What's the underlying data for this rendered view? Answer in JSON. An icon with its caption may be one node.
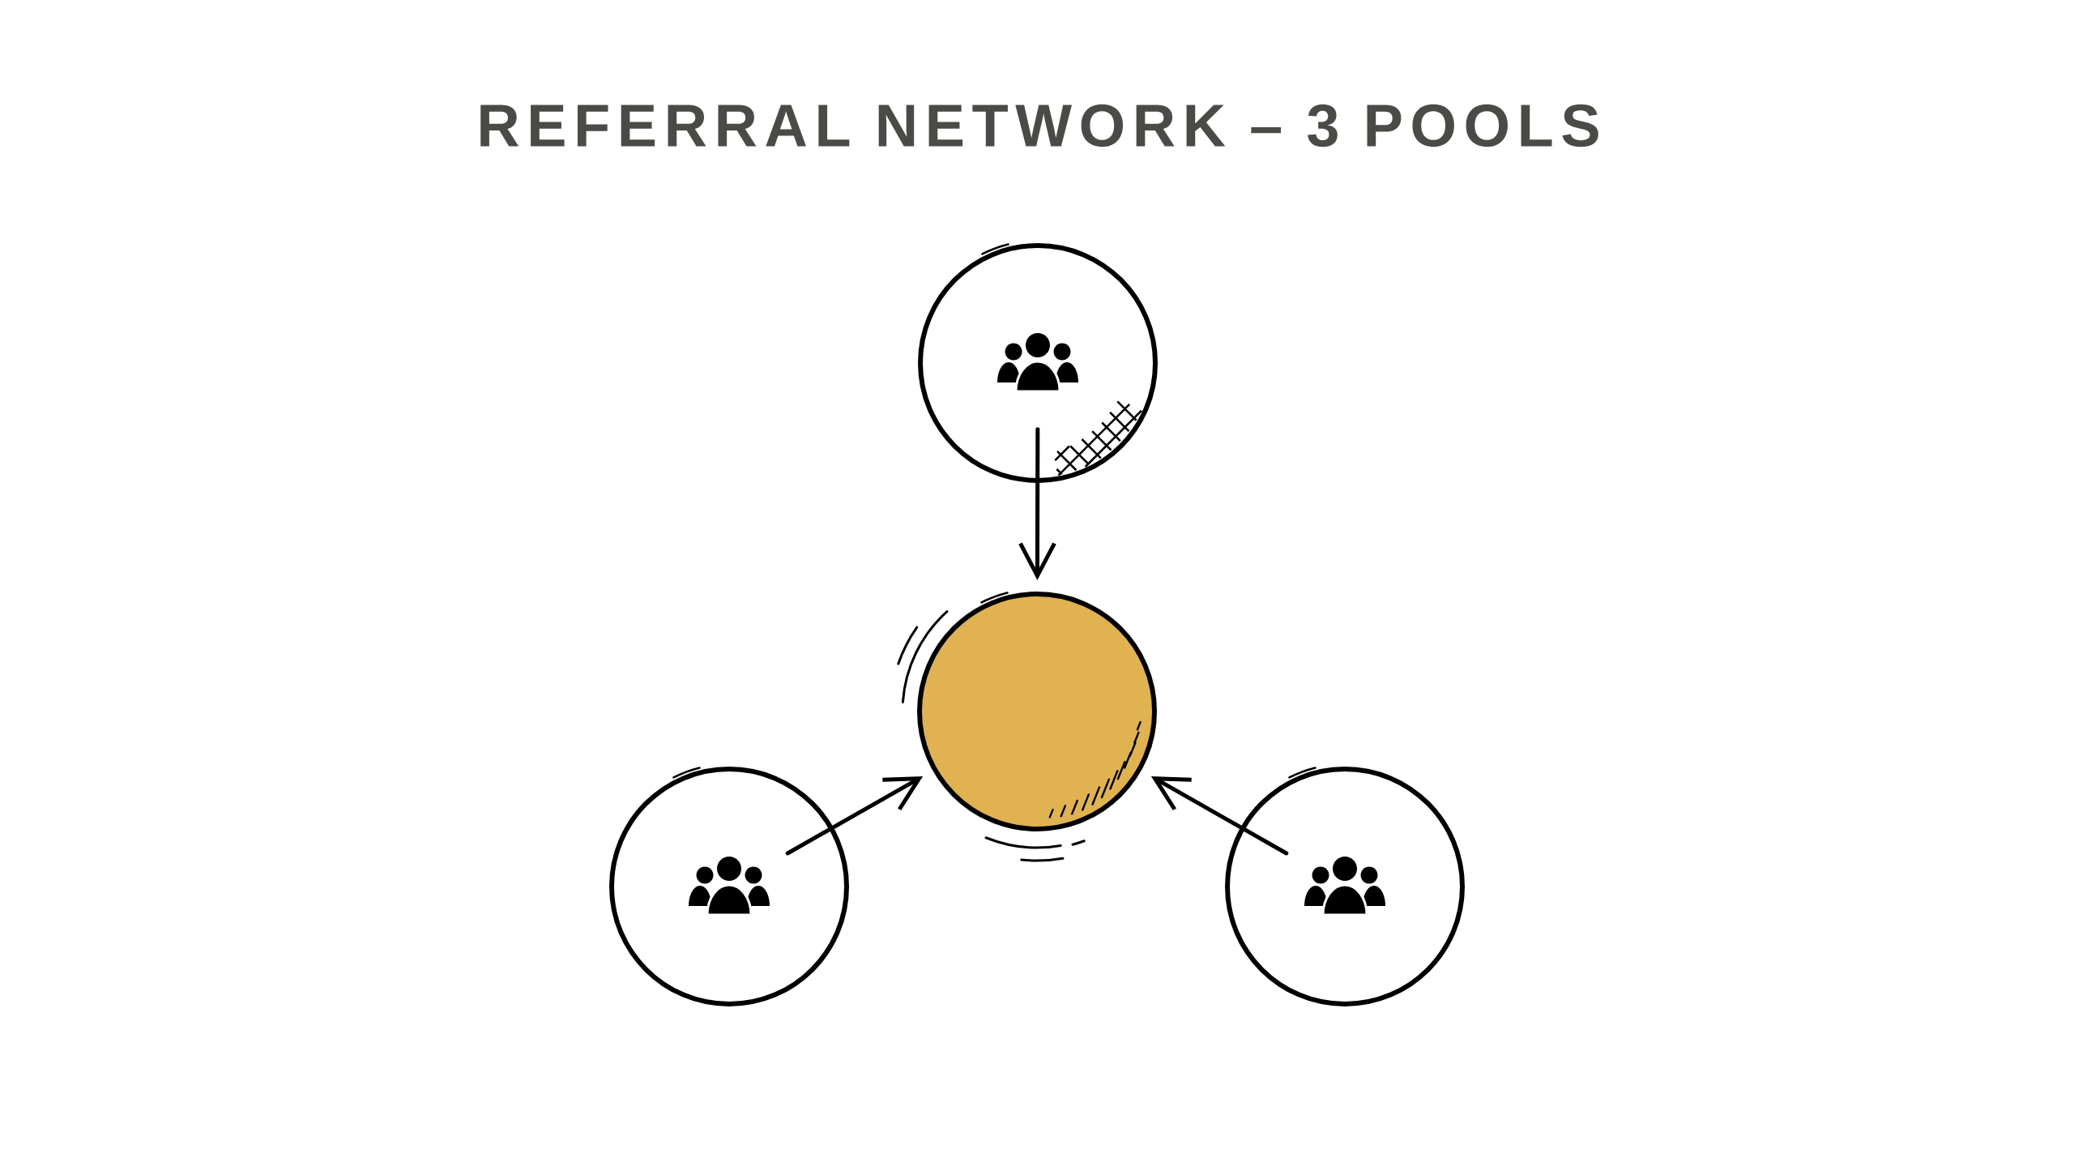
{
  "diagram": {
    "title": "REFERRAL NETWORK – 3 POOLS",
    "nodes": [
      {
        "text": [],
        "shape": "circle"
      },
      {
        "text": [],
        "shape": "circle"
      },
      {
        "text": [],
        "shape": "circle"
      },
      {
        "text": [],
        "shape": "circle"
      }
    ],
    "edges": [
      {
        "from": 0,
        "to": 1,
        "arrow": "to"
      },
      {
        "from": 2,
        "to": 1,
        "arrow": "to"
      },
      {
        "from": 3,
        "to": 1,
        "arrow": "to"
      }
    ]
  }
}
